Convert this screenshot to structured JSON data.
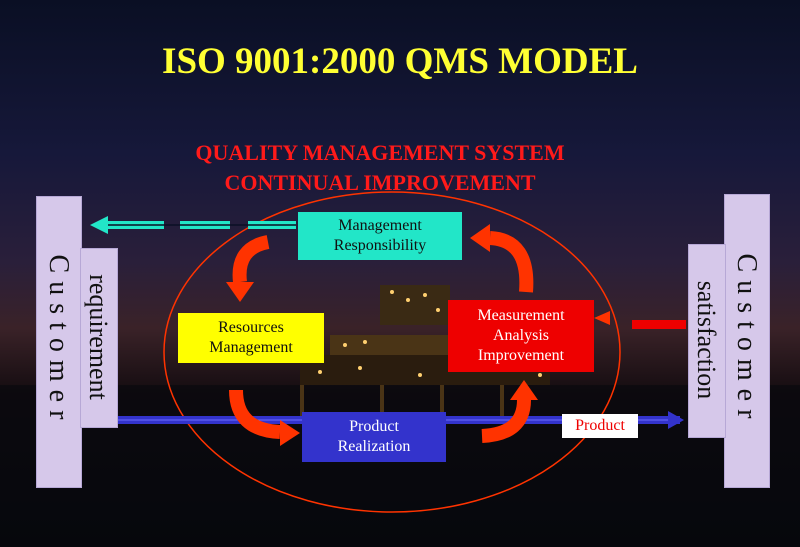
{
  "title": "ISO 9001:2000 QMS MODEL",
  "subtitle_line1": "QUALITY MANAGEMENT SYSTEM",
  "subtitle_line2": "CONTINUAL IMPROVEMENT",
  "boxes": {
    "management_line1": "Management",
    "management_line2": "Responsibility",
    "resources_line1": "Resources",
    "resources_line2": "Management",
    "measurement_line1": "Measurement",
    "measurement_line2": "Analysis",
    "measurement_line3": "Improvement",
    "product_line1": "Product",
    "product_line2": "Realization",
    "product_label": "Product"
  },
  "left_panel": {
    "customer": "Customer",
    "requirement": "requirement"
  },
  "right_panel": {
    "customer": "Customer",
    "satisfaction": "satisfaction"
  },
  "colors": {
    "title": "#ffff33",
    "subtitle": "#ff1a1a",
    "management": "#22e6c8",
    "resources": "#ffff00",
    "measurement": "#ee0000",
    "product_realization": "#3333cc",
    "arrow_red": "#ff3300",
    "panel": "#d6c8ea"
  }
}
